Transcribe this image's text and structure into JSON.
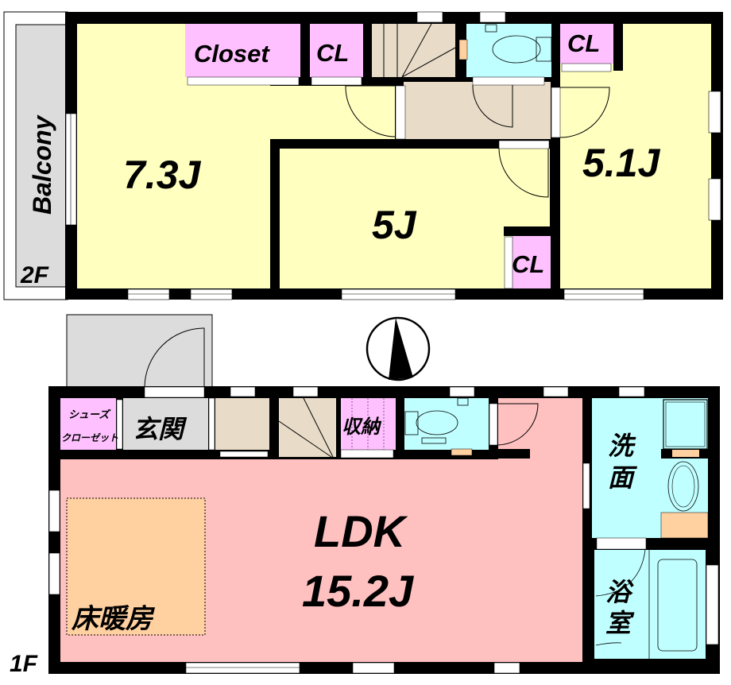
{
  "floor_2": {
    "label": "2F",
    "balcony": "Balcony",
    "rooms": [
      {
        "name": "western-room-1",
        "label": "7.3J"
      },
      {
        "name": "western-room-2",
        "label": "5J"
      },
      {
        "name": "western-room-3",
        "label": "5.1J"
      }
    ],
    "closets": {
      "closet_main": "Closet",
      "cl_1": "CL",
      "cl_2": "CL",
      "cl_3": "CL"
    }
  },
  "floor_1": {
    "label": "1F",
    "shoe_closet_line1": "シューズ",
    "shoe_closet_line2": "クローゼット",
    "entrance": "玄関",
    "storage": "収納",
    "washroom_line1": "洗",
    "washroom_line2": "面",
    "bathroom_line1": "浴",
    "bathroom_line2": "室",
    "ldk_label": "LDK",
    "ldk_size": "15.2J",
    "floor_heating": "床暖房"
  },
  "compass": {
    "direction": "north-arrow"
  },
  "colors": {
    "wall": "#000000",
    "bedroom": "#ffffc0",
    "closet": "#ffc0ff",
    "hall": "#e8dcc8",
    "wet_area": "#c0ffff",
    "ldk": "#ffc0c0",
    "floor_heating": "#ffd0a0",
    "balcony": "#dcdcdc",
    "entrance": "#dcdcdc",
    "fixture": "#ffd0a0"
  }
}
